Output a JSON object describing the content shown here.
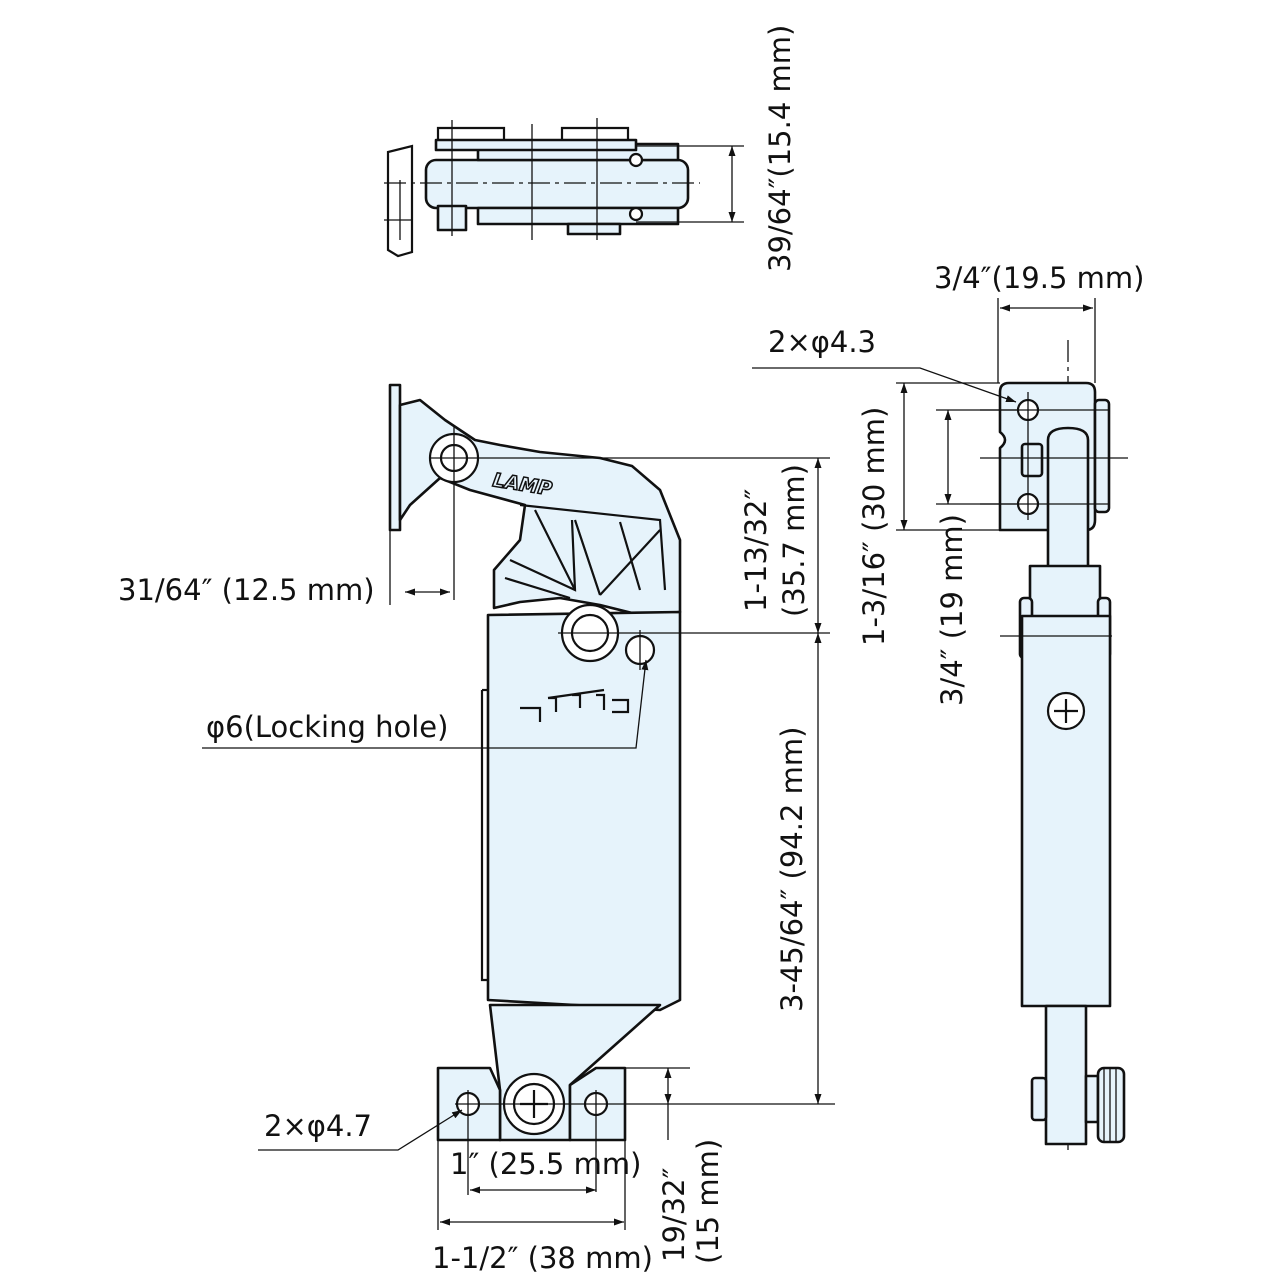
{
  "brand_mark": "LAMP",
  "dimensions": {
    "top_height": "39/64″(15.4 mm)",
    "side_width": "3/4″(19.5 mm)",
    "side_holes": "2×φ4.3",
    "side_hole_pitch": "1-3/16″ (30 mm)",
    "side_hole_offset": "3/4″ (19 mm)",
    "pivot_offset": "31/64″ (12.5 mm)",
    "pivot_to_hole_line1": "1-13/32″",
    "pivot_to_hole_line2": "(35.7 mm)",
    "locking_hole": "φ6(Locking hole)",
    "body_length": "3-45/64″ (94.2 mm)",
    "base_holes": "2×φ4.7",
    "base_hole_pitch": "1″ (25.5 mm)",
    "base_height_line1": "19/32″",
    "base_height_line2": "(15 mm)",
    "base_width": "1-1/2″ (38 mm)"
  },
  "colors": {
    "part_fill": "#e6f3fb",
    "line": "#111111"
  }
}
